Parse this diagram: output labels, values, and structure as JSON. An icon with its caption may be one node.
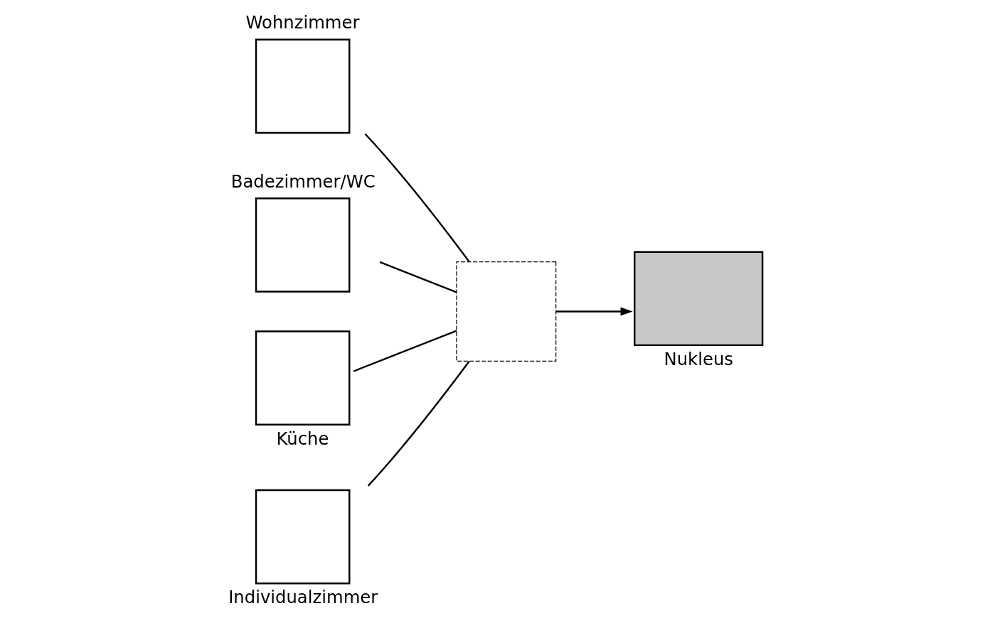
{
  "diagram": {
    "nodes": [
      {
        "text": [
          "Wohnzimmer"
        ]
      },
      {
        "text": [
          "Badezimmer/WC"
        ]
      },
      {
        "text": [],
        "shape": "box"
      },
      {
        "text": [
          "Nukleus"
        ]
      },
      {
        "text": [
          "Küche"
        ]
      },
      {
        "text": [
          "Individualzimmer"
        ]
      }
    ],
    "edges": [
      {
        "from": 0,
        "to": 2,
        "arrow": "none"
      },
      {
        "from": 1,
        "to": 2,
        "arrow": "none"
      },
      {
        "from": 4,
        "to": 2,
        "arrow": "none"
      },
      {
        "from": 5,
        "to": 2,
        "arrow": "none"
      },
      {
        "from": 2,
        "to": 3,
        "arrow": "to"
      }
    ]
  }
}
